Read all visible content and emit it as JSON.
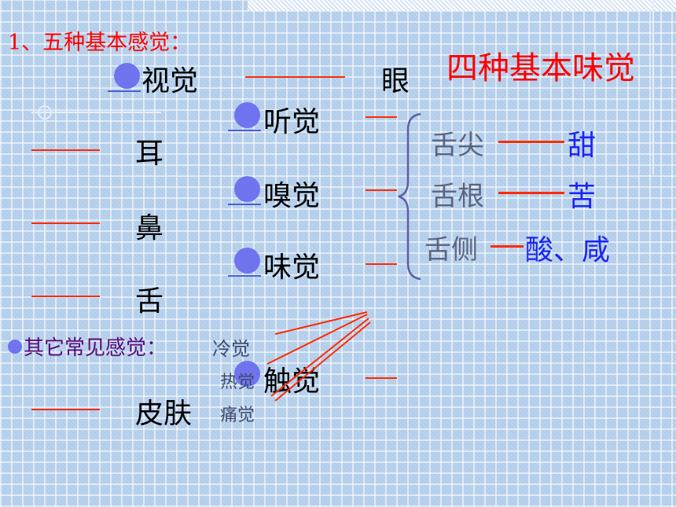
{
  "heading": "1、五种基本感觉：",
  "taste_heading": "四种基本味觉",
  "senses": {
    "vision": "视觉",
    "hearing": "听觉",
    "smell": "嗅觉",
    "taste": "味觉",
    "touch": "触觉"
  },
  "organs": {
    "eye": "眼",
    "ear": "耳",
    "nose": "鼻",
    "tongue": "舌",
    "skin": "皮肤"
  },
  "taste_map": [
    {
      "region": "舌尖",
      "flavor": "甜"
    },
    {
      "region": "舌根",
      "flavor": "苦"
    },
    {
      "region": "舌侧",
      "flavor": "酸、咸"
    }
  ],
  "other_heading": "其它常见感觉：",
  "other_senses": [
    "冷觉",
    "热觉",
    "痛觉"
  ],
  "colors": {
    "red": "#ff0000",
    "blue": "#1b24f5",
    "purple": "#5a0a78",
    "bullet": "#6f74ee",
    "background": "#b9d2ec"
  }
}
